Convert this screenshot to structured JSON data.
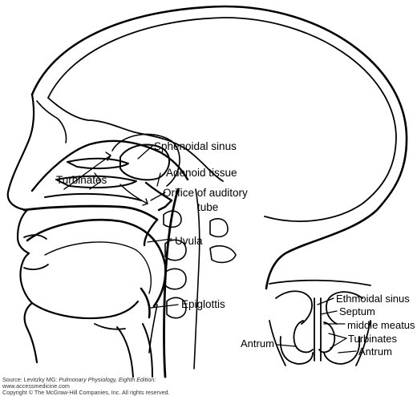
{
  "labels": {
    "sphenoidal_sinus": "Sphenoidal sinus",
    "adenoid_tissue": "Adenoid tissue",
    "turbinates": "Turbinates",
    "orifice_line1": "Orifice of auditory",
    "orifice_line2": "tube",
    "uvula": "Uvula",
    "epiglottis": "Epiglottis",
    "ethmoidal_sinus": "Ethmoidal sinus",
    "septum": "Septum",
    "middle_meatus": "middle meatus",
    "turbinates_inset": "Turbinates",
    "antrum_left": "Antrum",
    "antrum_right": "Antrum"
  },
  "credits": {
    "source_prefix": "Source: Levitzky MG: ",
    "source_title": "Pulmonary Physiology, Eighth Edition:",
    "website": "www.accessmedicine.com",
    "copyright": "Copyright © The McGraw-Hill Companies, Inc. All rights reserved."
  }
}
